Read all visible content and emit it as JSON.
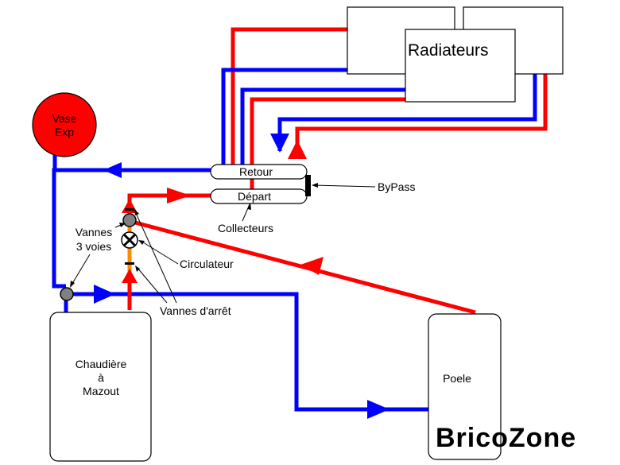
{
  "colors": {
    "hot": "#ff0000",
    "cold": "#0000ff",
    "expansion_tank": "#ff0000",
    "logo_blue": "#1f3f8f"
  },
  "labels": {
    "radiateurs": "Radiateurs",
    "vase_line1": "Vase",
    "vase_line2": "Exp",
    "retour": "Retour",
    "depart": "Départ",
    "bypass": "ByPass",
    "collecteurs": "Collecteurs",
    "vannes_line1": "Vannes",
    "vannes_line2": "3 voies",
    "circulateur": "Circulateur",
    "vannes_arret": "Vannes d'arrêt",
    "chaudiere_line1": "Chaudière",
    "chaudiere_line2": "à",
    "chaudiere_line3": "Mazout",
    "poele": "Poele"
  },
  "logo": {
    "text": "BricoZone"
  }
}
